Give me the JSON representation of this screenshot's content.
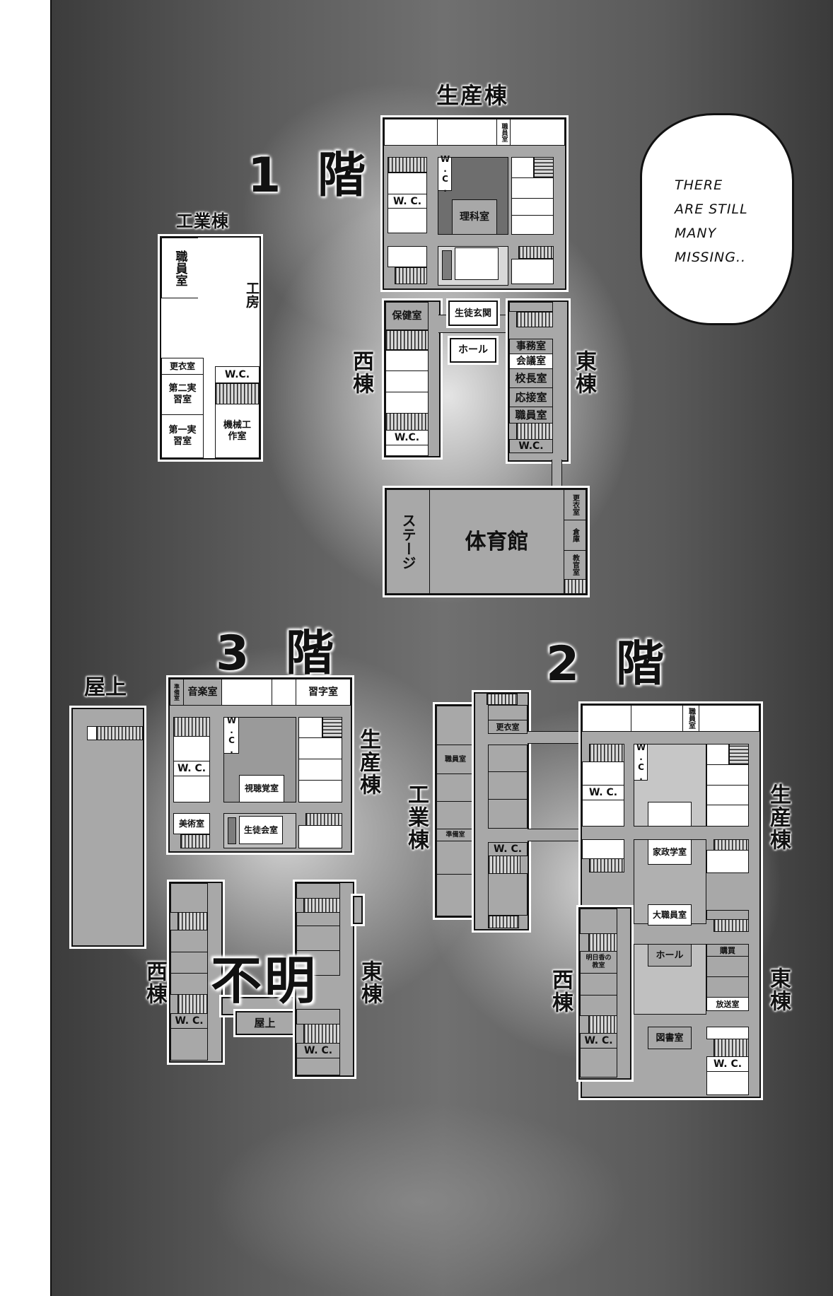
{
  "page": {
    "type": "manga page",
    "background": "#4a4a4a",
    "margin_color": "#ffffff"
  },
  "speech_bubble": {
    "lines": [
      "THERE",
      "ARE STILL",
      "MANY",
      "MISSING.."
    ]
  },
  "floor1": {
    "title": "1 階",
    "seisan_label": "生産棟",
    "kogyo_label": "工業棟",
    "nishi_label": "西棟",
    "higashi_label": "東棟",
    "seisan_rooms": {
      "staff": "職員室",
      "wc1": "W.C.",
      "wc2": "W. C.",
      "science": "理科室"
    },
    "kogyo_rooms": {
      "staff": "職員室",
      "workshop": "工房",
      "locker": "更衣室",
      "practice2": "第二実習室",
      "practice1": "第一実習室",
      "wc": "W.C.",
      "machine": "機械工作室"
    },
    "nishi_rooms": {
      "nurse": "保健室",
      "wc": "W.C."
    },
    "center_rooms": {
      "entrance": "生徒玄関",
      "hall": "ホール"
    },
    "higashi_rooms": {
      "office": "事務室",
      "meeting": "会議室",
      "principal": "校長室",
      "reception": "応接室",
      "staff": "職員室",
      "wc": "W.C."
    },
    "gym": {
      "stage": "ステージ",
      "name": "体育館",
      "locker": "更衣室",
      "storage": "倉庫",
      "teacher": "教官室"
    }
  },
  "floor2": {
    "title": "2 階",
    "kogyo_label": "工業棟",
    "seisan_label": "生産棟",
    "nishi_label": "西棟",
    "higashi_label": "東棟",
    "kogyo_rooms": {
      "locker": "更衣室",
      "staff": "職員室",
      "prep": "準備室",
      "wc": "W. C."
    },
    "seisan_rooms": {
      "staff": "職員室",
      "wc1": "W. C.",
      "wc2": "W.C.",
      "home_ec": "家政学室"
    },
    "center_rooms": {
      "big_staff": "大職員室",
      "hall": "ホール",
      "library": "図書室"
    },
    "nishi_rooms": {
      "asuka": "明日香の教室",
      "wc": "W. C."
    },
    "higashi_rooms": {
      "shop": "購買",
      "broadcast": "放送室",
      "wc": "W. C."
    }
  },
  "floor3": {
    "title": "3 階",
    "roof_label": "屋上",
    "seisan_label": "生産棟",
    "nishi_label": "西棟",
    "higashi_label": "東棟",
    "unknown_label": "不明",
    "seisan_rooms": {
      "prep": "準備室",
      "music": "音楽室",
      "calligraphy": "習字室",
      "wc1": "W.C.",
      "wc2": "W. C.",
      "av": "視聴覚室",
      "art": "美術室",
      "council": "生徒会室"
    },
    "nishi_rooms": {
      "wc": "W. C."
    },
    "higashi_rooms": {
      "wc": "W. C."
    },
    "bridge_roof": "屋上"
  }
}
